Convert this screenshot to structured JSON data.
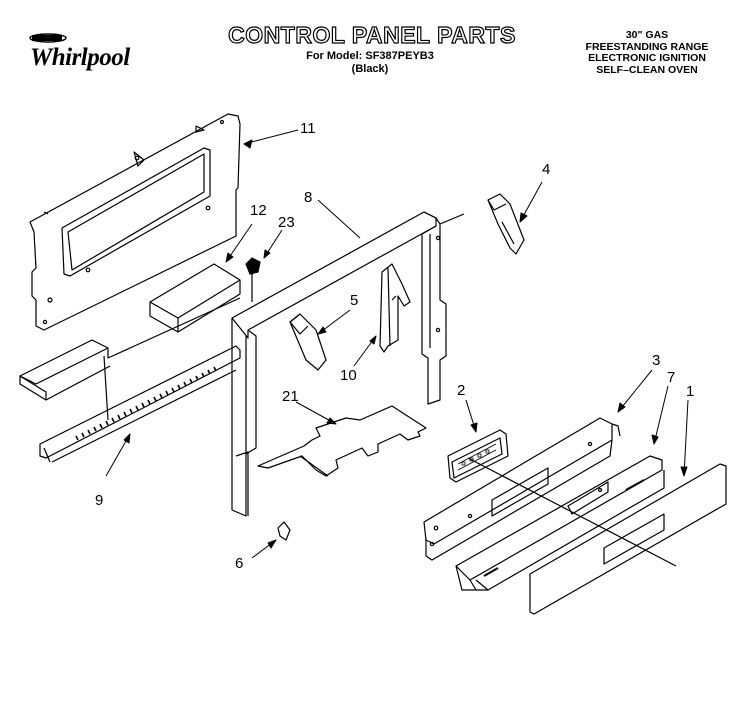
{
  "brand": {
    "name": "Whirlpool"
  },
  "header": {
    "title": "CONTROL PANEL PARTS",
    "model_line": "For Model: SF387PEYB3",
    "color_line": "(Black)"
  },
  "product_description": [
    "30\" GAS",
    "FREESTANDING RANGE",
    "ELECTRONIC IGNITION",
    "SELF–CLEAN OVEN"
  ],
  "callouts": [
    {
      "id": "c11",
      "label": "11"
    },
    {
      "id": "c8",
      "label": "8"
    },
    {
      "id": "c12",
      "label": "12"
    },
    {
      "id": "c23",
      "label": "23"
    },
    {
      "id": "c4",
      "label": "4"
    },
    {
      "id": "c5",
      "label": "5"
    },
    {
      "id": "c10",
      "label": "10"
    },
    {
      "id": "c21",
      "label": "21"
    },
    {
      "id": "c2",
      "label": "2"
    },
    {
      "id": "c3",
      "label": "3"
    },
    {
      "id": "c7",
      "label": "7"
    },
    {
      "id": "c1",
      "label": "1"
    },
    {
      "id": "c9",
      "label": "9"
    },
    {
      "id": "c6",
      "label": "6"
    }
  ],
  "colors": {
    "ink": "#000000",
    "paper": "#ffffff"
  }
}
